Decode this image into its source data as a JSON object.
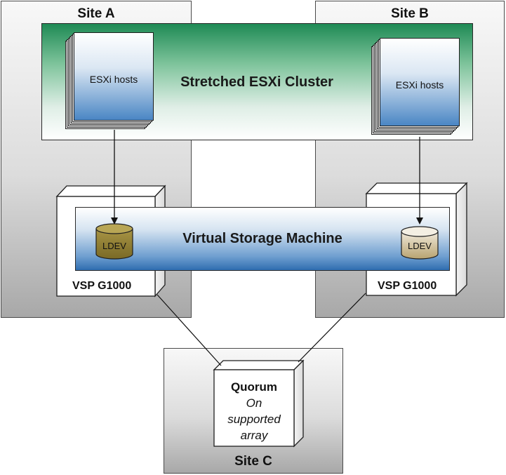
{
  "sites": {
    "a": {
      "label": "Site A"
    },
    "b": {
      "label": "Site B"
    },
    "c": {
      "label": "Site C"
    }
  },
  "cluster": {
    "title": "Stretched ESXi Cluster"
  },
  "hosts": {
    "left": {
      "label": "ESXi hosts"
    },
    "right": {
      "label": "ESXi hosts"
    }
  },
  "storage": {
    "title": "Virtual Storage Machine",
    "ldev_left": "LDEV",
    "ldev_right": "LDEV",
    "array_left": "VSP G1000",
    "array_right": "VSP G1000"
  },
  "quorum": {
    "title": "Quorum",
    "line1": "On",
    "line2": "supported",
    "line3": "array"
  },
  "colors": {
    "cluster_green": "#1f8a55",
    "storage_blue": "#2f6db0",
    "ldev_left": "#8c7a2e",
    "ldev_right": "#c9b98a"
  }
}
